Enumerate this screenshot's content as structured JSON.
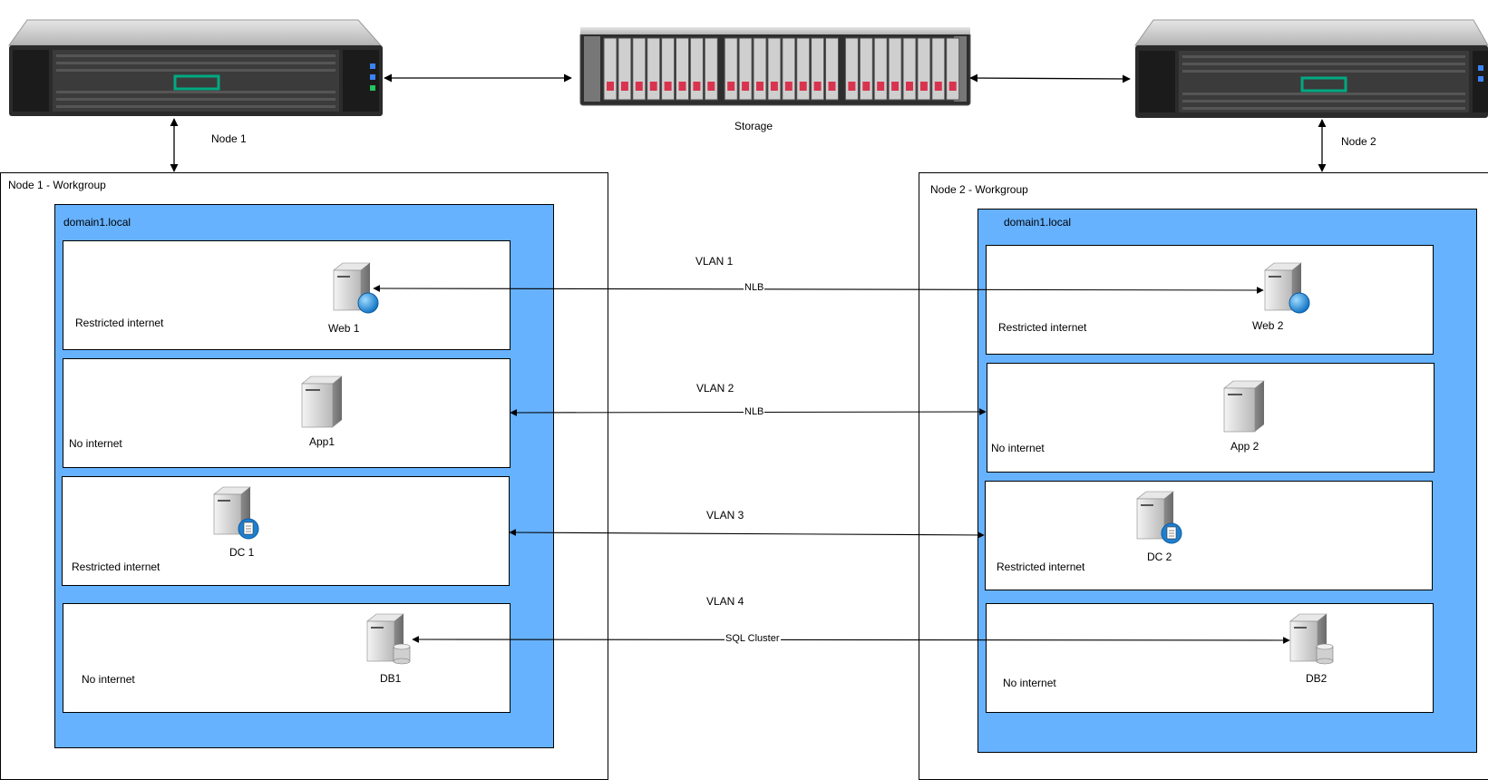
{
  "hardware": {
    "node1_label": "Node 1",
    "node2_label": "Node 2",
    "storage_label": "Storage"
  },
  "groups": [
    {
      "title": "Node 1 - Workgroup",
      "domain": "domain1.local",
      "vlans": [
        {
          "internet": "Restricted internet",
          "server": "Web 1"
        },
        {
          "internet": "No internet",
          "server": "App1"
        },
        {
          "internet": "Restricted internet",
          "server": "DC 1"
        },
        {
          "internet": "No internet",
          "server": "DB1"
        }
      ]
    },
    {
      "title": "Node 2 - Workgroup",
      "domain": "domain1.local",
      "vlans": [
        {
          "internet": "Restricted internet",
          "server": "Web 2"
        },
        {
          "internet": "No internet",
          "server": "App 2"
        },
        {
          "internet": "Restricted internet",
          "server": "DC 2"
        },
        {
          "internet": "No internet",
          "server": "DB2"
        }
      ]
    }
  ],
  "links": [
    {
      "vlan": "VLAN  1",
      "label": "NLB"
    },
    {
      "vlan": "VLAN 2",
      "label": "NLB"
    },
    {
      "vlan": "VLAN 3",
      "label": ""
    },
    {
      "vlan": "VLAN 4",
      "label": "SQL Cluster"
    }
  ],
  "colors": {
    "domain_fill": "#66b2ff",
    "line": "#000000",
    "server_body": "#c8c8c8",
    "globe": "#1f8fe0",
    "led": "#d9344f",
    "hpe_green": "#01a982"
  }
}
